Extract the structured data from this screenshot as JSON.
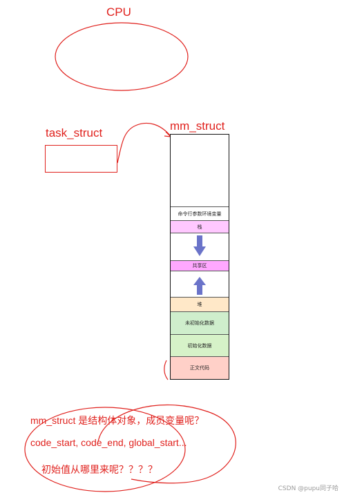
{
  "labels": {
    "cpu": "CPU",
    "task_struct": "task_struct",
    "mm_struct": "mm_struct"
  },
  "memory_segments": [
    {
      "label": "",
      "color": "#ffffff"
    },
    {
      "label": "命令行参数环境变量",
      "color": "#ffffff"
    },
    {
      "label": "栈",
      "color": "#ffc8ff"
    },
    {
      "label": "",
      "color": "#ffffff"
    },
    {
      "label": "共享区",
      "color": "#ffa8ff"
    },
    {
      "label": "",
      "color": "#ffffff"
    },
    {
      "label": "堆",
      "color": "#ffe8c8"
    },
    {
      "label": "未初始化数据",
      "color": "#cfeecc"
    },
    {
      "label": "初始化数据",
      "color": "#d6f2c8"
    },
    {
      "label": "正文代码",
      "color": "#ffd0c8"
    }
  ],
  "question": {
    "line1": "mm_struct 是结构体对象，成员变量呢？",
    "line2": "code_start, code_end, global_start...",
    "line3": "初始值从哪里来呢？？？？"
  },
  "watermark": "CSDN @pupu同子哈",
  "colors": {
    "ink": "#e0201c",
    "arrow": "#6a73c9"
  }
}
